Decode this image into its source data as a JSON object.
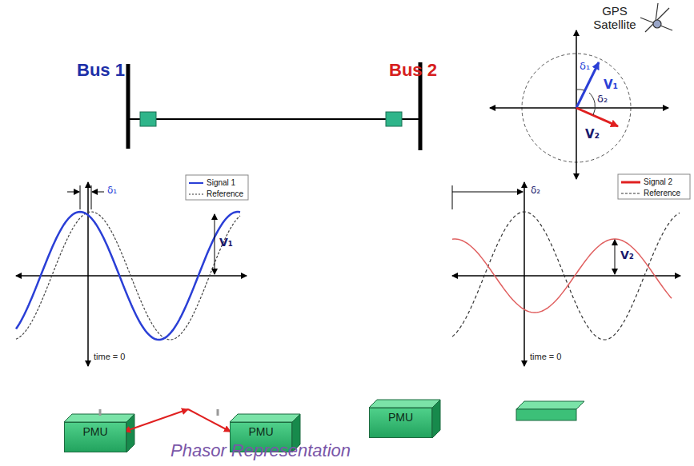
{
  "diagram": {
    "caption": "Phasor Representation",
    "nodes": [
      {
        "text": [
          "PMU"
        ]
      },
      {
        "text": [
          "PMU"
        ]
      },
      {
        "text": [
          "PMU"
        ]
      }
    ],
    "labels": [
      "GPS Satellite",
      "Bus 1",
      "Bus 2",
      "δ₁",
      "V₁",
      "δ₂",
      "V₂",
      "δ₁",
      "V₁",
      "time = 0",
      "δ₂",
      "V₂",
      "time = 0"
    ],
    "legend": [
      {
        "text": "Signal 1"
      },
      {
        "text": "Reference"
      },
      {
        "text": "Signal 2"
      },
      {
        "text": "Reference"
      }
    ]
  }
}
